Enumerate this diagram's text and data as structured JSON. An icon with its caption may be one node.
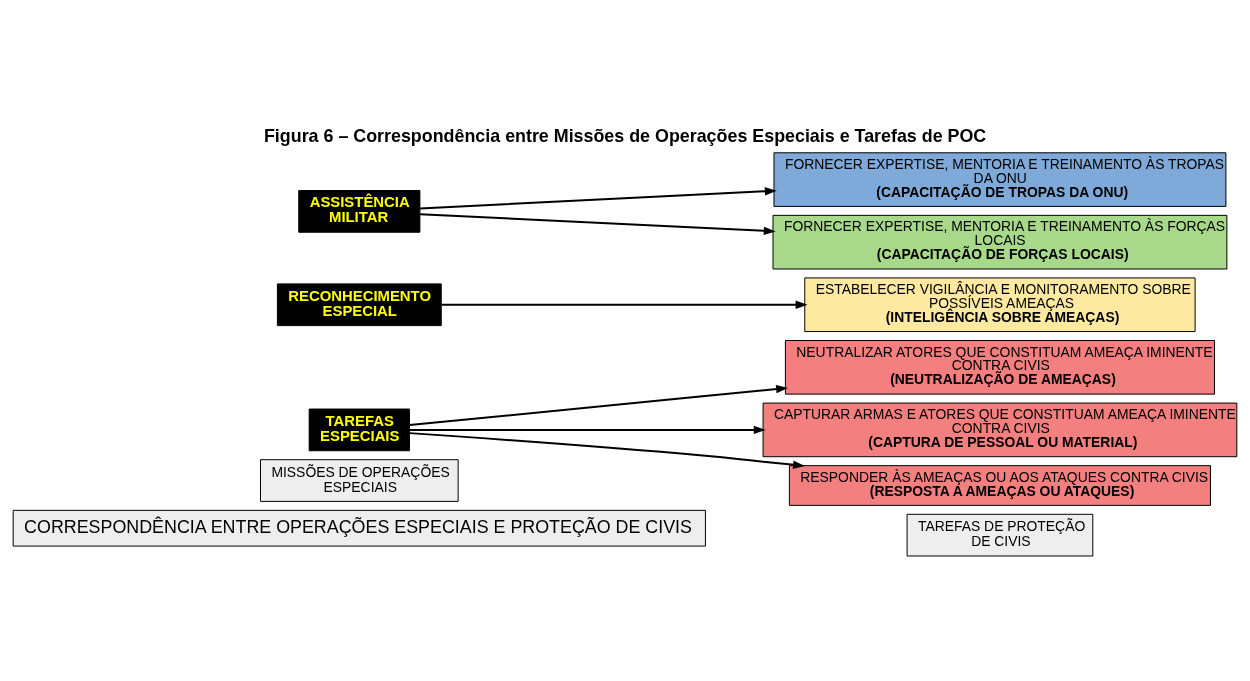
{
  "diagram": {
    "title": "Figura 6 – Correspondência entre Missões de Operações Especiais e Tarefas de POC",
    "nodes": [
      {
        "text": [
          "CORRESPONDÊNCIA ENTRE OPERAÇÕES ESPECIAIS E PROTEÇÃO DE CIVIS"
        ]
      },
      {
        "text": [
          "MISSÕES DE OPERAÇÕES ESPECIAIS"
        ]
      },
      {
        "text": [
          "TAREFAS DE PROTEÇÃO DE CIVIS"
        ]
      },
      {
        "text": [
          "TAREFAS ESPECIAIS"
        ]
      },
      {
        "text": [
          "NEUTRALIZAR ATORES QUE CONSTITUAM AMEAÇA IMINENTE CONTRA CIVIS **(NEUTRALIZAÇÃO DE AMEAÇAS)**"
        ]
      },
      {
        "text": [
          "CAPTURAR ARMAS E ATORES QUE CONSTITUAM AMEAÇA IMINENTE CONTRA CIVIS **(CAPTURA DE PESSOAL OU MATERIAL)**"
        ]
      },
      {
        "text": [
          "RESPONDER ÀS AMEAÇAS OU AOS ATAQUES CONTRA CIVIS **(RESPOSTA A AMEAÇAS OU ATAQUES)**"
        ]
      },
      {
        "text": [
          "RECONHECIMENTO ESPECIAL"
        ]
      },
      {
        "text": [
          "ESTABELECER VIGILÂNCIA E MONITORAMENTO SOBRE POSSÍVEIS AMEAÇAS **(INTELIGÊNCIA SOBRE AMEAÇAS)**"
        ]
      },
      {
        "text": [
          "ASSISTÊNCIA MILITAR"
        ]
      },
      {
        "text": [
          "FORNECER EXPERTISE, MENTORIA E TREINAMENTO ÀS TROPAS DA ONU **(CAPACITAÇÃO DE TROPAS DA ONU)**"
        ]
      },
      {
        "text": [
          "FORNECER EXPERTISE, MENTORIA E TREINAMENTO ÀS FORÇAS LOCAIS **(CAPACITAÇÃO DE FORÇAS LOCAIS)**"
        ]
      }
    ],
    "edges": [
      {
        "from": 3,
        "to": 4,
        "arrow": "to"
      },
      {
        "from": 3,
        "to": 5,
        "arrow": "to"
      },
      {
        "from": 3,
        "to": 6,
        "arrow": "to"
      },
      {
        "from": 7,
        "to": 8,
        "arrow": "to"
      },
      {
        "from": 9,
        "to": 10,
        "arrow": "to"
      },
      {
        "from": 9,
        "to": 11,
        "arrow": "to"
      }
    ]
  }
}
